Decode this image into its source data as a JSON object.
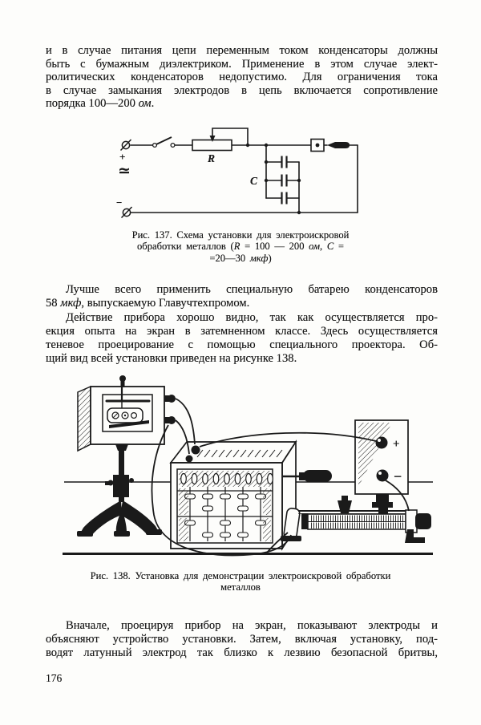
{
  "page": {
    "number": "176",
    "paper_color": "#fdfdfb",
    "ink_color": "#1a1a1a"
  },
  "paragraphs": {
    "p1": {
      "lines": [
        {
          "fill": true,
          "seg": [
            {
              "t": "и в случае питания цепи переменным током конденсаторы должны"
            }
          ]
        },
        {
          "fill": true,
          "seg": [
            {
              "t": "быть с бумажным диэлектриком. Применение в этом случае элект-"
            }
          ]
        },
        {
          "fill": true,
          "seg": [
            {
              "t": "ролитических конденсаторов недопустимо. Для ограничения тока"
            }
          ]
        },
        {
          "fill": true,
          "seg": [
            {
              "t": "в случае замыкания электродов в цепь включается сопротивление"
            }
          ]
        },
        {
          "fill": false,
          "seg": [
            {
              "t": "порядка 100—200 "
            },
            {
              "t": "ом",
              "i": true
            },
            {
              "t": "."
            }
          ]
        }
      ]
    },
    "p2": {
      "lines": [
        {
          "fill": true,
          "indent": true,
          "seg": [
            {
              "t": "Лучше всего применить специальную батарею конденсаторов"
            }
          ]
        },
        {
          "fill": false,
          "seg": [
            {
              "t": "58 "
            },
            {
              "t": "мкф",
              "i": true
            },
            {
              "t": ", выпускаемую Главучтехпромом."
            }
          ]
        }
      ]
    },
    "p3": {
      "lines": [
        {
          "fill": true,
          "indent": true,
          "seg": [
            {
              "t": "Действие прибора хорошо видно, так как осуществляется про-"
            }
          ]
        },
        {
          "fill": true,
          "seg": [
            {
              "t": "екция опыта на экран в затемненном классе. Здесь осуществляется"
            }
          ]
        },
        {
          "fill": true,
          "seg": [
            {
              "t": "теневое проецирование с помощью специального проектора. Об-"
            }
          ]
        },
        {
          "fill": false,
          "seg": [
            {
              "t": "щий вид всей установки приведен на рисунке 138."
            }
          ]
        }
      ]
    },
    "p4": {
      "lines": [
        {
          "fill": true,
          "indent": true,
          "seg": [
            {
              "t": "Вначале, проецируя прибор на экран, показывают электроды и"
            }
          ]
        },
        {
          "fill": true,
          "seg": [
            {
              "t": "объясняют устройство установки. Затем, включая установку, под-"
            }
          ]
        },
        {
          "fill": true,
          "seg": [
            {
              "t": "водят латунный электрод так близко к лезвию безопасной бритвы,"
            }
          ]
        }
      ]
    }
  },
  "figure137": {
    "caption": {
      "lines": [
        {
          "seg": [
            {
              "t": "Рис. 137. Схема установки для электроискровой"
            }
          ]
        },
        {
          "seg": [
            {
              "t": "обработки металлов ("
            },
            {
              "t": "R",
              "i": true
            },
            {
              "t": " = 100 — 200 "
            },
            {
              "t": "ом",
              "i": true
            },
            {
              "t": ", "
            },
            {
              "t": "С",
              "i": true
            },
            {
              "t": " ="
            }
          ]
        },
        {
          "seg": [
            {
              "t": "=20—30 "
            },
            {
              "t": "мкф",
              "i": true
            },
            {
              "t": ")"
            }
          ]
        }
      ]
    },
    "labels": {
      "resistor": "R",
      "capacitor": "C",
      "plus": "+",
      "minus": "−",
      "ac": "≃"
    }
  },
  "figure138": {
    "caption": {
      "lines": [
        {
          "seg": [
            {
              "t": "Рис. 138. Установка для демонстрации электроискровой обработки"
            }
          ]
        },
        {
          "seg": [
            {
              "t": "металлов"
            }
          ]
        }
      ]
    },
    "labels": {
      "plus": "+",
      "minus": "−"
    }
  }
}
